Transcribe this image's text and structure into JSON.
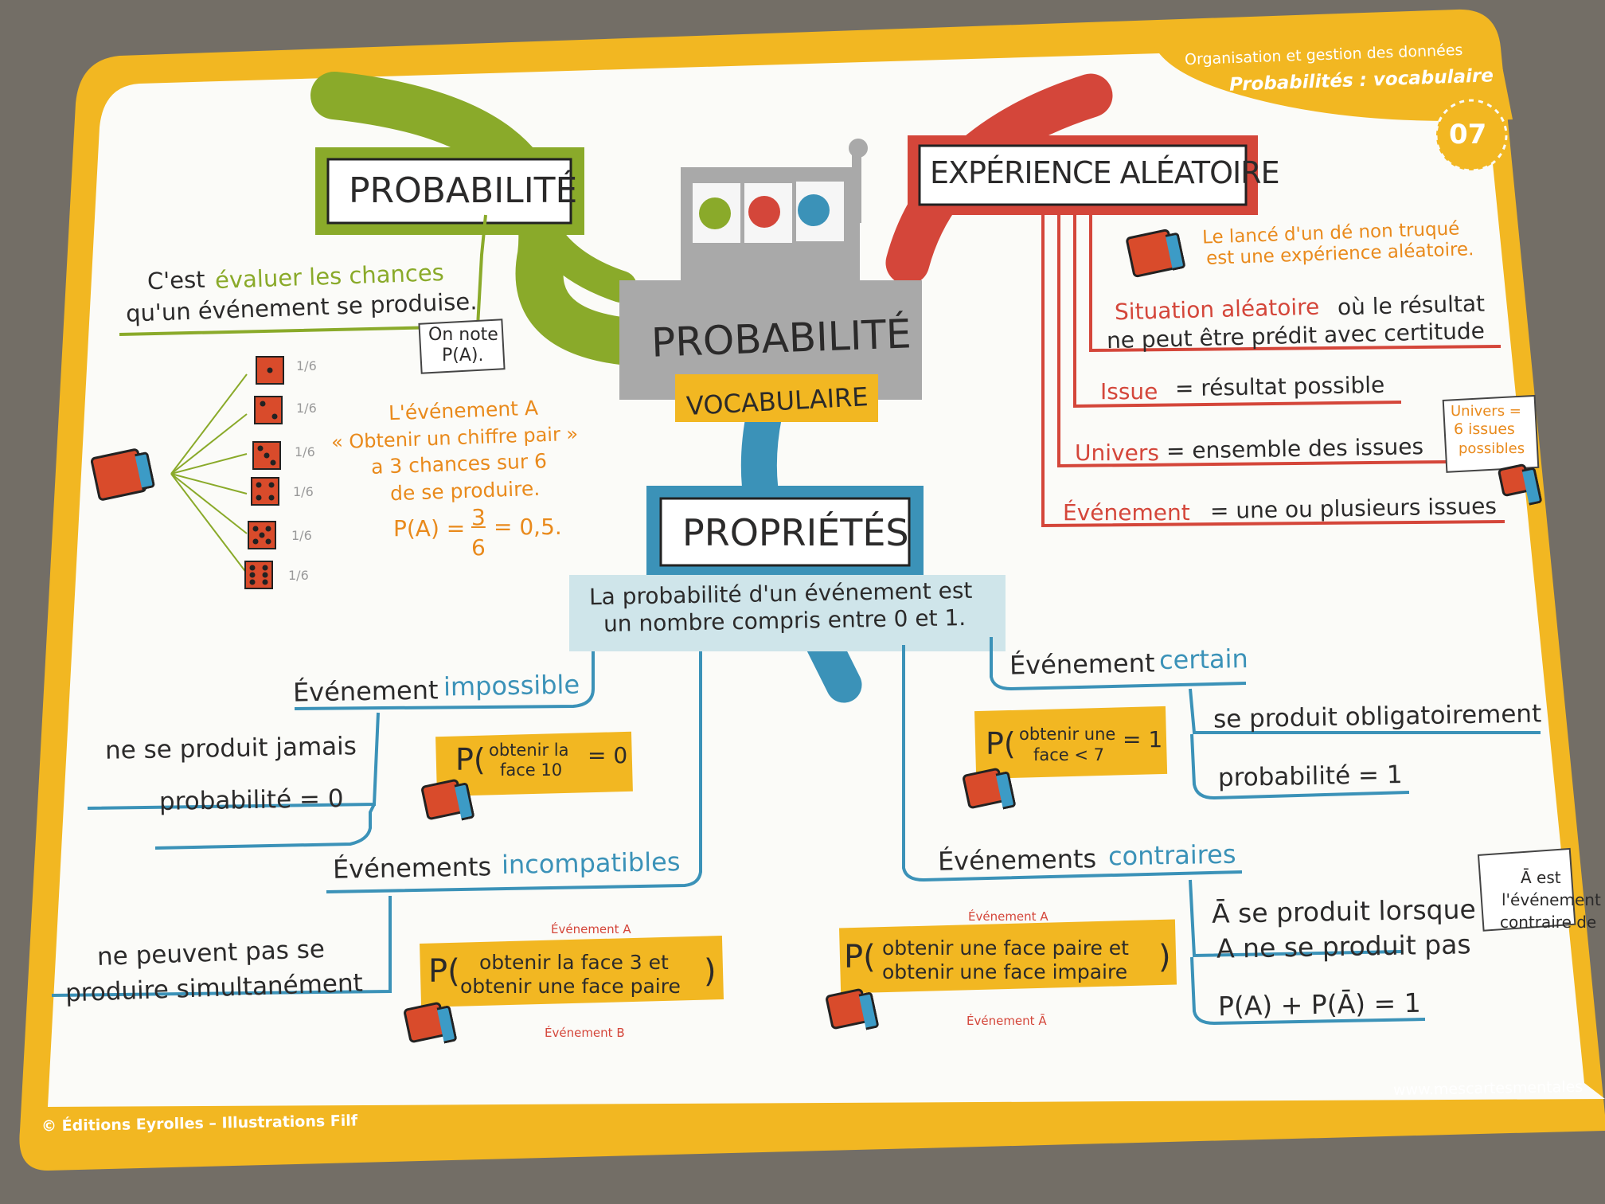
{
  "header": {
    "category": "Organisation et gestion des données",
    "subtitle": "Probabilités : vocabulaire",
    "number": "07"
  },
  "center": {
    "title": "PROBABILITÉ",
    "tag": "VOCABULAIRE"
  },
  "probabilite": {
    "title": "PROBABILITÉ",
    "def_line1_prefix": "C'est",
    "def_line1_highlight": "évaluer les chances",
    "def_line2": "qu'un événement se produise.",
    "note_line1": "On note",
    "note_line2": "P(A).",
    "fractions": [
      "1/6",
      "1/6",
      "1/6",
      "1/6",
      "1/6",
      "1/6"
    ],
    "example_line1": "L'événement A",
    "example_line2": "« Obtenir un chiffre pair »",
    "example_line3": "a 3 chances sur 6",
    "example_line4": "de se produire.",
    "formula_prefix": "P(A) =",
    "formula_num": "3",
    "formula_den": "6",
    "formula_result": "= 0,5."
  },
  "experience": {
    "title": "EXPÉRIENCE ALÉATOIRE",
    "example_line1": "Le lancé d'un dé non truqué",
    "example_line2": "est une expérience aléatoire.",
    "situation_highlight": "Situation aléatoire",
    "situation_rest": "où le résultat",
    "situation_line2": "ne peut être prédit avec certitude",
    "issue_term": "Issue",
    "issue_def": "= résultat possible",
    "univers_term": "Univers",
    "univers_def": "= ensemble des issues",
    "univers_note_line1": "Univers =",
    "univers_note_line2": "6 issues",
    "univers_note_line3": "possibles",
    "evenement_term": "Événement",
    "evenement_def": "= une ou plusieurs issues"
  },
  "proprietes": {
    "title": "PROPRIÉTÉS",
    "desc_line1": "La probabilité d'un événement est",
    "desc_line2": "un nombre compris entre 0 et 1.",
    "impossible_prefix": "Événement",
    "impossible_word": "impossible",
    "impossible_line1": "ne se produit jamais",
    "impossible_line2": "probabilité  = 0",
    "impossible_formula_arg1": "obtenir la",
    "impossible_formula_arg2": "face 10",
    "impossible_formula_result": "= 0",
    "certain_prefix": "Événement",
    "certain_word": "certain",
    "certain_line1": "se produit obligatoirement",
    "certain_line2": "probabilité  = 1",
    "certain_formula_arg1": "obtenir une",
    "certain_formula_arg2": "face < 7",
    "certain_formula_result": "= 1",
    "incompatibles_prefix": "Événements",
    "incompatibles_word": "incompatibles",
    "incompatibles_line1": "ne peuvent pas se",
    "incompatibles_line2": "produire simultanément",
    "incompatibles_formula_arg1": "obtenir la face 3 et",
    "incompatibles_formula_arg2": "obtenir une face paire",
    "incompatibles_label_a": "Événement A",
    "incompatibles_label_b": "Événement B",
    "contraires_prefix": "Événements",
    "contraires_word": "contraires",
    "contraires_line1": "Ā se produit lorsque",
    "contraires_line2": "A ne se produit pas",
    "contraires_line3": "P(A) + P(Ā) = 1",
    "contraires_formula_arg1": "obtenir une face paire et",
    "contraires_formula_arg2": "obtenir une face impaire",
    "contraires_label_a": "Événement A",
    "contraires_label_abar": "Événement Ā",
    "contraires_note_line1": "Ā est",
    "contraires_note_line2": "l'événement",
    "contraires_note_line3": "contraire de"
  },
  "footer": {
    "copyright": "© Éditions Eyrolles – Illustrations Filf",
    "url": "www.mescartesmentales"
  },
  "colors": {
    "yellow": "#f2b722",
    "table": "#6e6a62",
    "green": "#8aaa2a",
    "red": "#d4463a",
    "blue": "#3b92b8",
    "orange": "#e98a1c",
    "gray": "#a8a8a8"
  }
}
